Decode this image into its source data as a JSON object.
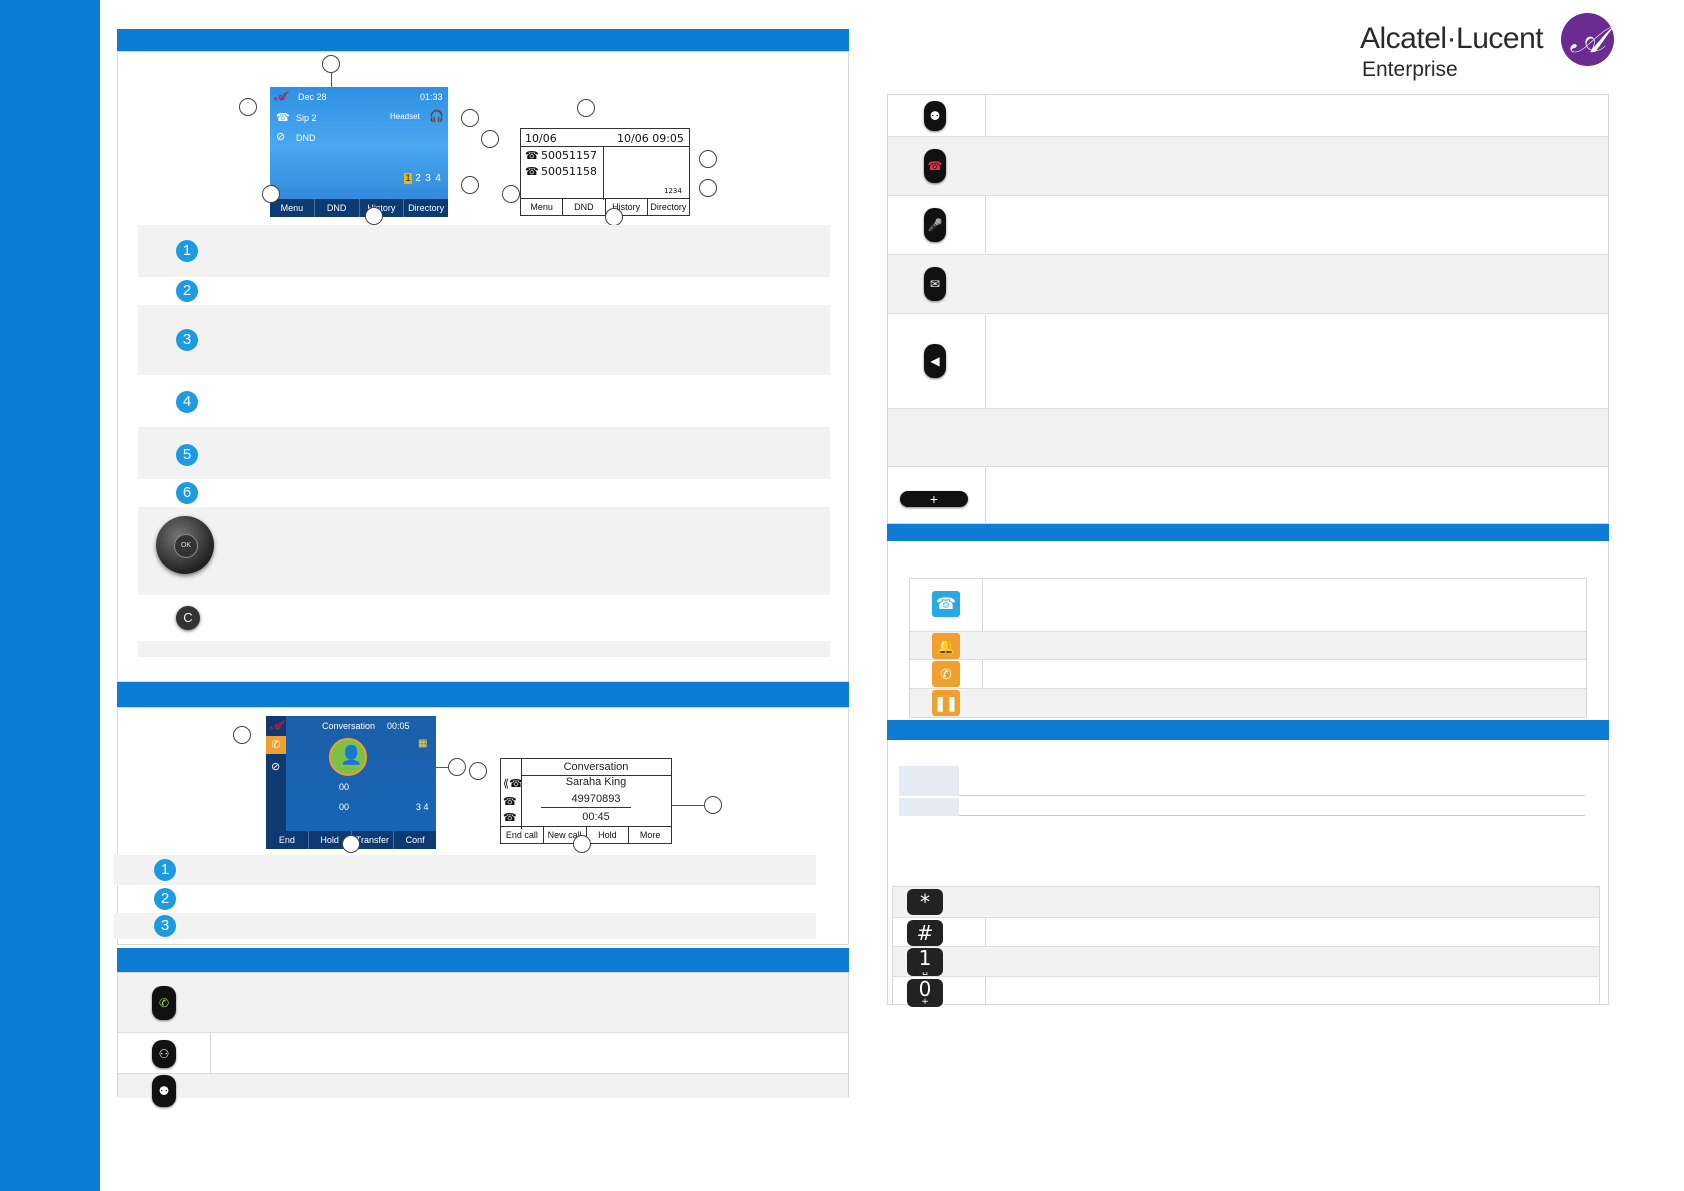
{
  "brand": {
    "name": "Alcatel·Lucent",
    "sub": "Enterprise",
    "accent": "#0c7cd5",
    "logo_color": "#6a2c91"
  },
  "screen1": {
    "date": "Dec 28",
    "time": "01:33",
    "line": "Sip 2",
    "headset": "Headset",
    "dnd": "DND",
    "pages": [
      "1",
      "2",
      "3",
      "4"
    ],
    "softkeys": [
      "Menu",
      "DND",
      "History",
      "Directory"
    ]
  },
  "screen1_mono": {
    "date": "10/06",
    "datetime": "10/06 09:05",
    "line1": "50051157",
    "line2": "50051158",
    "pages": "1234",
    "softkeys": [
      "Menu",
      "DND",
      "History",
      "Directory"
    ]
  },
  "legend1": {
    "numbers": [
      "1",
      "2",
      "3",
      "4",
      "5",
      "6"
    ],
    "nav_ok": "OK",
    "clear_key": "C"
  },
  "screen2": {
    "title": "Conversation",
    "time": "00:05",
    "line_a": "00",
    "line_b": "00",
    "pages": "3 4",
    "softkeys": [
      "End",
      "Hold",
      "Transfer",
      "Conf"
    ]
  },
  "screen2_mono": {
    "title": "Conversation",
    "name": "Saraha King",
    "number": "49970893",
    "time": "00:45",
    "softkeys": [
      "End call",
      "New call",
      "Hold",
      "More"
    ]
  },
  "legend2": {
    "numbers": [
      "1",
      "2",
      "3"
    ]
  },
  "keypad": {
    "star": "*",
    "hash": "#",
    "one": "1",
    "zero": "0",
    "one_sub": "␣",
    "zero_sub": "+"
  },
  "volume": {
    "plus": "+"
  }
}
